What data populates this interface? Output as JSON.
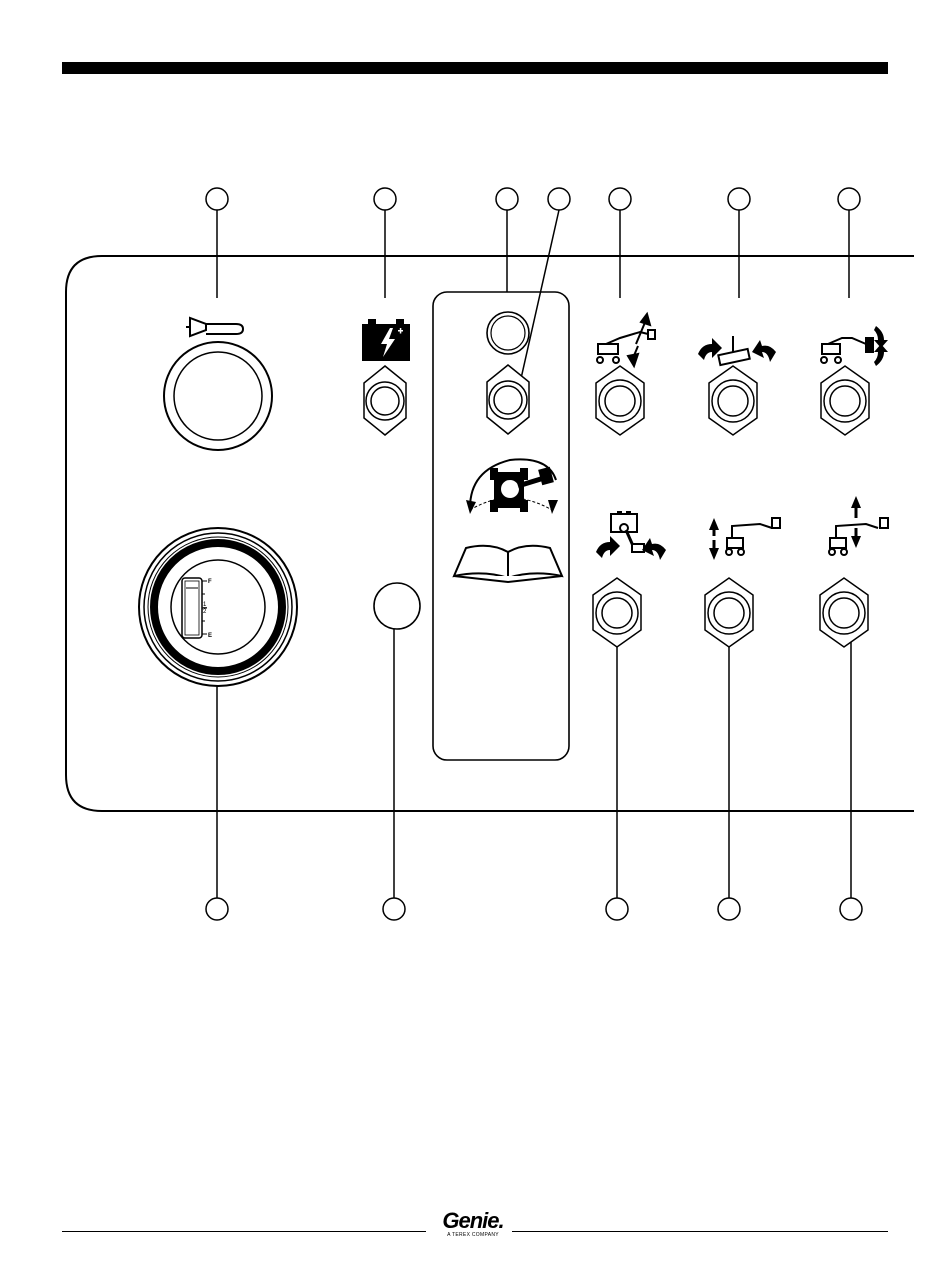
{
  "fuel_gauge": {
    "full_label": "F",
    "half_numerator": "1",
    "half_denominator": "2",
    "empty_label": "E"
  },
  "footer": {
    "logo_text": "Genie.",
    "logo_subtext": "A TEREX COMPANY"
  }
}
